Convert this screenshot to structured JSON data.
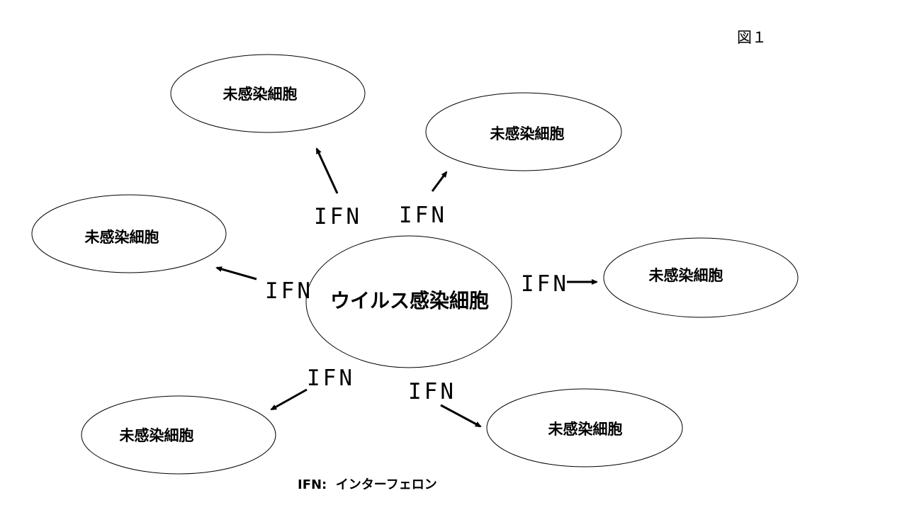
{
  "figure_label": "図１",
  "center_cell": {
    "label": "ウイルス感染細胞"
  },
  "target_cells": [
    {
      "label": "未感染細胞"
    },
    {
      "label": "未感染細胞"
    },
    {
      "label": "未感染細胞"
    },
    {
      "label": "未感染細胞"
    },
    {
      "label": "未感染細胞"
    },
    {
      "label": "未感染細胞"
    }
  ],
  "signals": [
    {
      "label": "IFN"
    },
    {
      "label": "IFN"
    },
    {
      "label": "IFN"
    },
    {
      "label": "IFN"
    },
    {
      "label": "IFN"
    },
    {
      "label": "IFN"
    }
  ],
  "legend": {
    "text": "IFN:  インターフェロン"
  },
  "colors": {
    "stroke": "#000000",
    "fill": "#ffffff"
  }
}
